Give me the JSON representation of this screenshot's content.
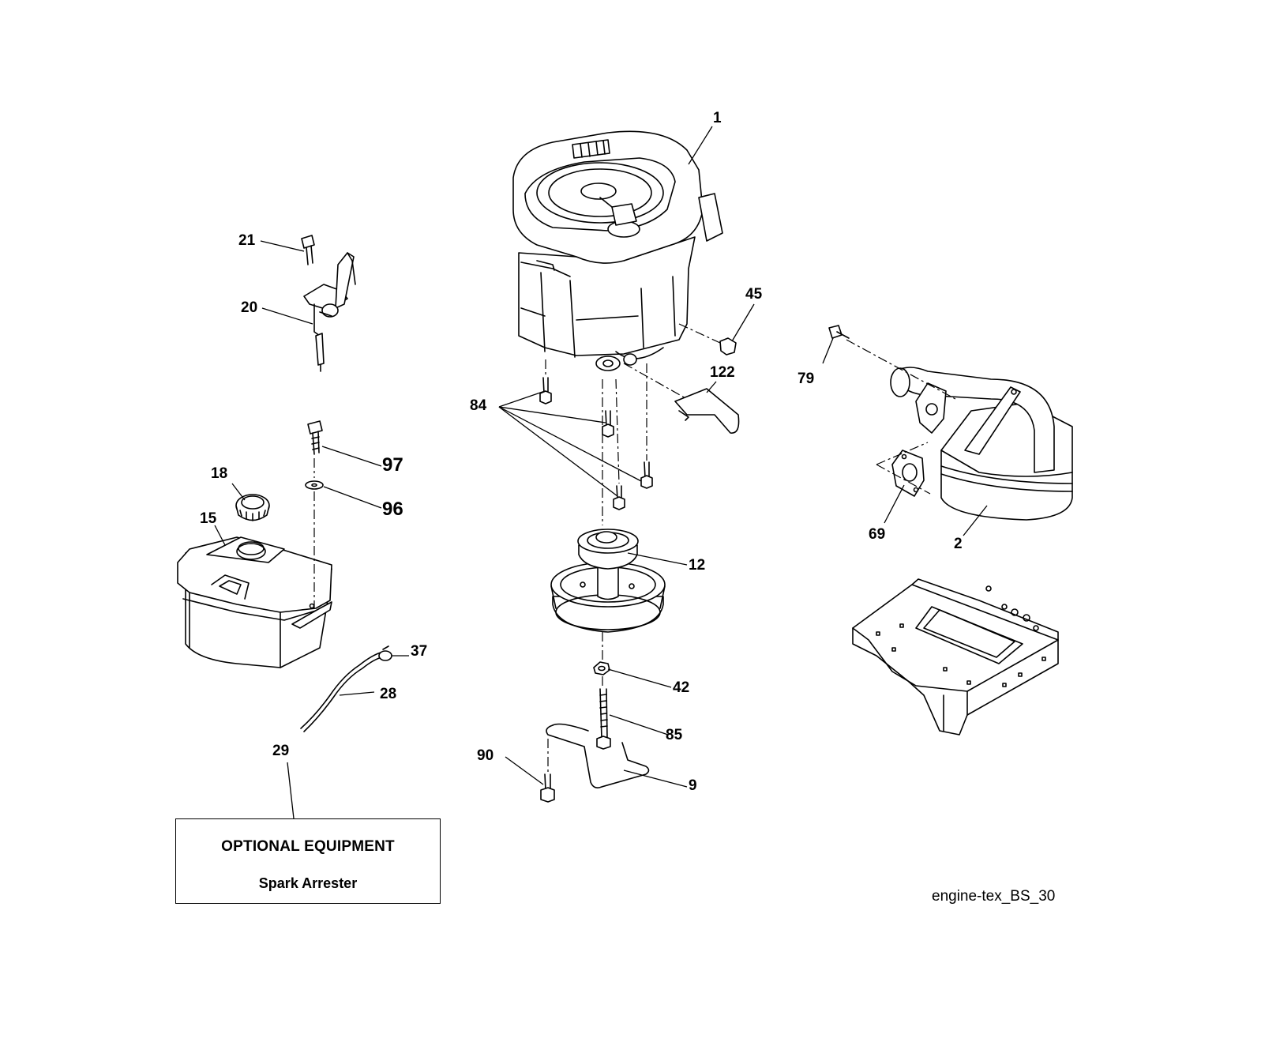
{
  "callouts": {
    "c1": "1",
    "c2": "2",
    "c9": "9",
    "c12": "12",
    "c15": "15",
    "c18": "18",
    "c20": "20",
    "c21": "21",
    "c28": "28",
    "c29": "29",
    "c37": "37",
    "c42": "42",
    "c45": "45",
    "c69": "69",
    "c79": "79",
    "c84": "84",
    "c85": "85",
    "c90": "90",
    "c96": "96",
    "c97": "97",
    "c122": "122"
  },
  "optional_box": {
    "title": "OPTIONAL EQUIPMENT",
    "item": "Spark Arrester"
  },
  "drawing_ref": "engine-tex_BS_30"
}
